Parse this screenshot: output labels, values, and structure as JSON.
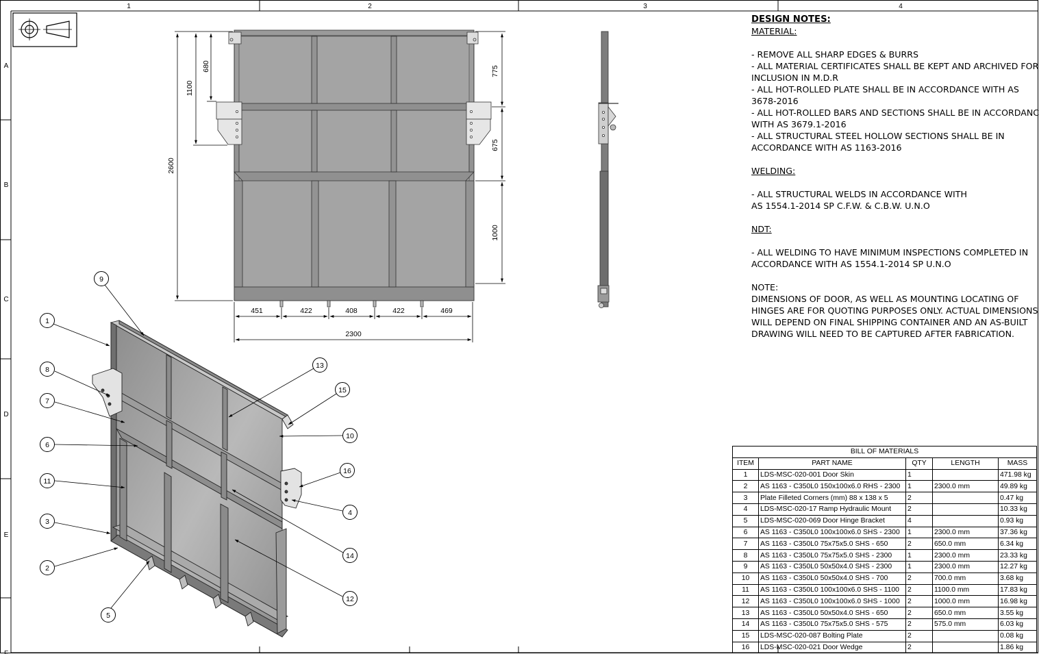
{
  "sheet": {
    "zones_top": [
      "1",
      "2",
      "3",
      "4"
    ],
    "zones_left": [
      "A",
      "B",
      "C",
      "D",
      "E",
      "F"
    ]
  },
  "front_view": {
    "dims_left": [
      "680",
      "1100",
      "2600"
    ],
    "dims_right": [
      "775",
      "675",
      "1000"
    ],
    "dims_bottom": [
      "451",
      "422",
      "408",
      "422",
      "469"
    ],
    "overall_width": "2300"
  },
  "balloons": [
    "1",
    "2",
    "3",
    "4",
    "5",
    "6",
    "7",
    "8",
    "9",
    "10",
    "11",
    "12",
    "13",
    "14",
    "15",
    "16"
  ],
  "notes": {
    "title": "DESIGN NOTES:",
    "material_heading": "MATERIAL:",
    "material_lines": [
      "- REMOVE ALL SHARP EDGES & BURRS",
      "- ALL MATERIAL CERTIFICATES SHALL BE KEPT AND ARCHIVED FOR",
      "INCLUSION IN M.D.R",
      "- ALL HOT-ROLLED PLATE SHALL BE IN ACCORDANCE WITH AS",
      "3678-2016",
      "- ALL HOT-ROLLED BARS AND SECTIONS SHALL BE IN ACCORDANCE",
      "WITH AS 3679.1-2016",
      "- ALL STRUCTURAL STEEL HOLLOW SECTIONS SHALL BE IN",
      "ACCORDANCE WITH AS 1163-2016"
    ],
    "welding_heading": "WELDING:",
    "welding_lines": [
      "- ALL STRUCTURAL WELDS IN ACCORDANCE WITH",
      "AS 1554.1-2014 SP C.F.W. & C.B.W. U.N.O"
    ],
    "ndt_heading": "NDT:",
    "ndt_lines": [
      "- ALL WELDING TO HAVE MINIMUM INSPECTIONS COMPLETED IN",
      "ACCORDANCE WITH AS 1554.1-2014 SP U.N.O"
    ],
    "note_heading": "NOTE:",
    "note_lines": [
      "DIMENSIONS OF DOOR, AS WELL AS MOUNTING LOCATING OF",
      "HINGES ARE FOR QUOTING PURPOSES ONLY. ACTUAL DIMENSIONS",
      "WILL DEPEND ON FINAL SHIPPING CONTAINER AND AN AS-BUILT",
      "DRAWING WILL NEED TO BE CAPTURED AFTER FABRICATION."
    ]
  },
  "bom": {
    "title": "BILL OF MATERIALS",
    "headers": [
      "ITEM",
      "PART NAME",
      "QTY",
      "LENGTH",
      "MASS"
    ],
    "rows": [
      [
        "1",
        "LDS-MSC-020-001 Door Skin",
        "1",
        "",
        "471.98 kg"
      ],
      [
        "2",
        "AS 1163 - C350L0 150x100x6.0 RHS - 2300",
        "1",
        "2300.0 mm",
        "49.89 kg"
      ],
      [
        "3",
        "Plate Filleted Corners (mm) 88 x 138 x 5",
        "2",
        "",
        "0.47 kg"
      ],
      [
        "4",
        "LDS-MSC-020-17 Ramp Hydraulic Mount",
        "2",
        "",
        "10.33 kg"
      ],
      [
        "5",
        "LDS-MSC-020-069 Door Hinge Bracket",
        "4",
        "",
        "0.93 kg"
      ],
      [
        "6",
        "AS 1163 - C350L0 100x100x6.0 SHS - 2300",
        "1",
        "2300.0 mm",
        "37.36 kg"
      ],
      [
        "7",
        "AS 1163 - C350L0 75x75x5.0 SHS - 650",
        "2",
        "650.0 mm",
        "6.34 kg"
      ],
      [
        "8",
        "AS 1163 - C350L0 75x75x5.0 SHS - 2300",
        "1",
        "2300.0 mm",
        "23.33 kg"
      ],
      [
        "9",
        "AS 1163 - C350L0 50x50x4.0 SHS - 2300",
        "1",
        "2300.0 mm",
        "12.27 kg"
      ],
      [
        "10",
        "AS 1163 - C350L0 50x50x4.0 SHS - 700",
        "2",
        "700.0 mm",
        "3.68 kg"
      ],
      [
        "11",
        "AS 1163 - C350L0 100x100x6.0 SHS - 1100",
        "2",
        "1100.0 mm",
        "17.83 kg"
      ],
      [
        "12",
        "AS 1163 - C350L0 100x100x6.0 SHS - 1000",
        "2",
        "1000.0 mm",
        "16.98 kg"
      ],
      [
        "13",
        "AS 1163 - C350L0 50x50x4.0 SHS - 650",
        "2",
        "650.0 mm",
        "3.55 kg"
      ],
      [
        "14",
        "AS 1163 - C350L0 75x75x5.0 SHS - 575",
        "2",
        "575.0 mm",
        "6.03 kg"
      ],
      [
        "15",
        "LDS-MSC-020-087 Bolting Plate",
        "2",
        "",
        "0.08 kg"
      ],
      [
        "16",
        "LDS-MSC-020-021 Door Wedge",
        "2",
        "",
        "1.86 kg"
      ]
    ]
  }
}
